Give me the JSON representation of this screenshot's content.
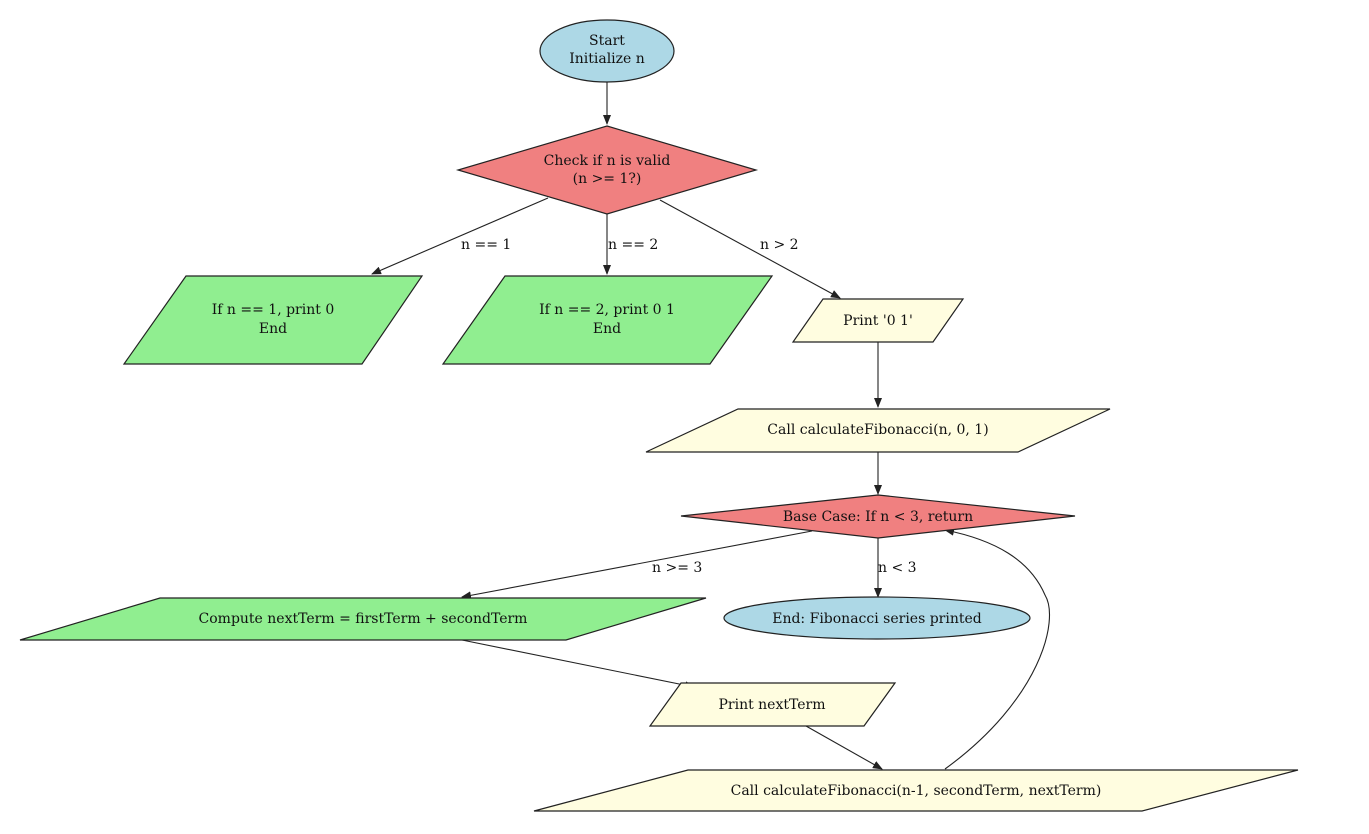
{
  "colors": {
    "terminal": "#add8e6",
    "decision": "#f08080",
    "process_green": "#90ee90",
    "io_yellow": "#fffde0",
    "stroke": "#222222"
  },
  "nodes": {
    "start": {
      "line1": "Start",
      "line2": "Initialize n"
    },
    "check_valid": {
      "line1": "Check if n is valid",
      "line2": "(n >= 1?)"
    },
    "n_eq_1": {
      "line1": "If n == 1, print 0",
      "line2": "End"
    },
    "n_eq_2": {
      "line1": "If n == 2, print 0 1",
      "line2": "End"
    },
    "print_01": {
      "text": "Print '0 1'"
    },
    "call_fib": {
      "text": "Call calculateFibonacci(n, 0, 1)"
    },
    "base_case": {
      "text": "Base Case: If n < 3, return"
    },
    "compute_next": {
      "text": "Compute nextTerm = firstTerm + secondTerm"
    },
    "end_series": {
      "text": "End: Fibonacci series printed"
    },
    "print_next": {
      "text": "Print nextTerm"
    },
    "call_fib_recursive": {
      "text": "Call calculateFibonacci(n-1, secondTerm, nextTerm)"
    }
  },
  "edge_labels": {
    "n_eq_1": "n == 1",
    "n_eq_2": "n == 2",
    "n_gt_2": "n > 2",
    "n_ge_3": "n >= 3",
    "n_lt_3": "n < 3"
  }
}
